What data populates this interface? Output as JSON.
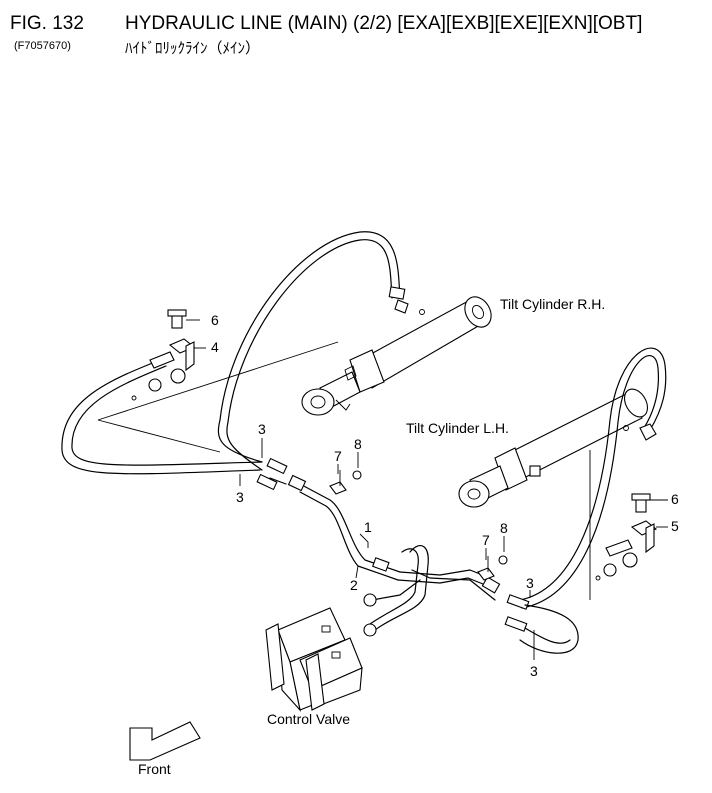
{
  "header": {
    "fig_number": "FIG. 132",
    "title": "HYDRAULIC LINE (MAIN) (2/2) [EXA][EXB][EXE][EXN][OBT]",
    "code": "(F7057670)",
    "title_jp": "ﾊｲﾄﾞﾛﾘｯｸﾗｲﾝ（ﾒｲﾝ）"
  },
  "labels": {
    "tilt_rh": "Tilt Cylinder R.H.",
    "tilt_lh": "Tilt Cylinder L.H.",
    "control_valve": "Control Valve",
    "front": "Front"
  },
  "callouts": {
    "c1": "1",
    "c2": "2",
    "c3a": "3",
    "c3b": "3",
    "c3c": "3",
    "c3d": "3",
    "c4": "4",
    "c5": "5",
    "c6a": "6",
    "c6b": "6",
    "c7a": "7",
    "c7b": "7",
    "c8a": "8",
    "c8b": "8"
  }
}
